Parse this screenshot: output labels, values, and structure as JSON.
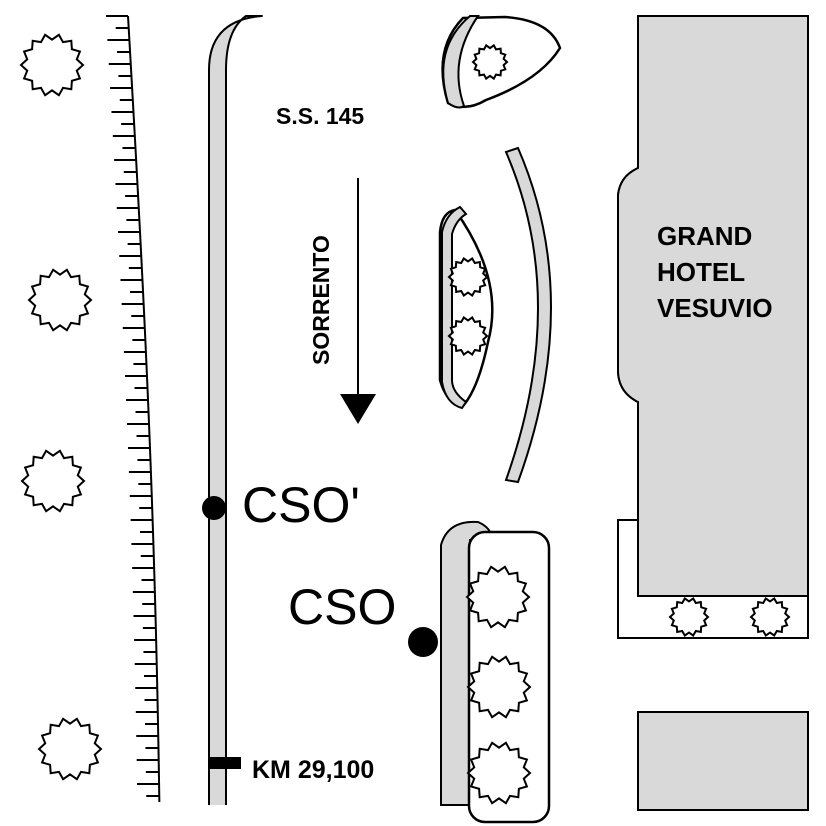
{
  "road": {
    "name": "S.S. 145"
  },
  "direction": {
    "label": "SORRENTO"
  },
  "hotel": {
    "lines": [
      "GRAND",
      "HOTEL",
      "VESUVIO"
    ]
  },
  "points": {
    "cso_prime": "CSO'",
    "cso": "CSO"
  },
  "marker": {
    "label": "KM 29,100"
  },
  "colors": {
    "fill": "#d9d9d9",
    "ink": "#000000",
    "paper": "#ffffff"
  },
  "icons": {
    "tree": "tree-icon",
    "measurement_point": "measurement-point-icon",
    "km_marker": "km-marker-icon",
    "direction_arrow": "direction-arrow-icon"
  }
}
